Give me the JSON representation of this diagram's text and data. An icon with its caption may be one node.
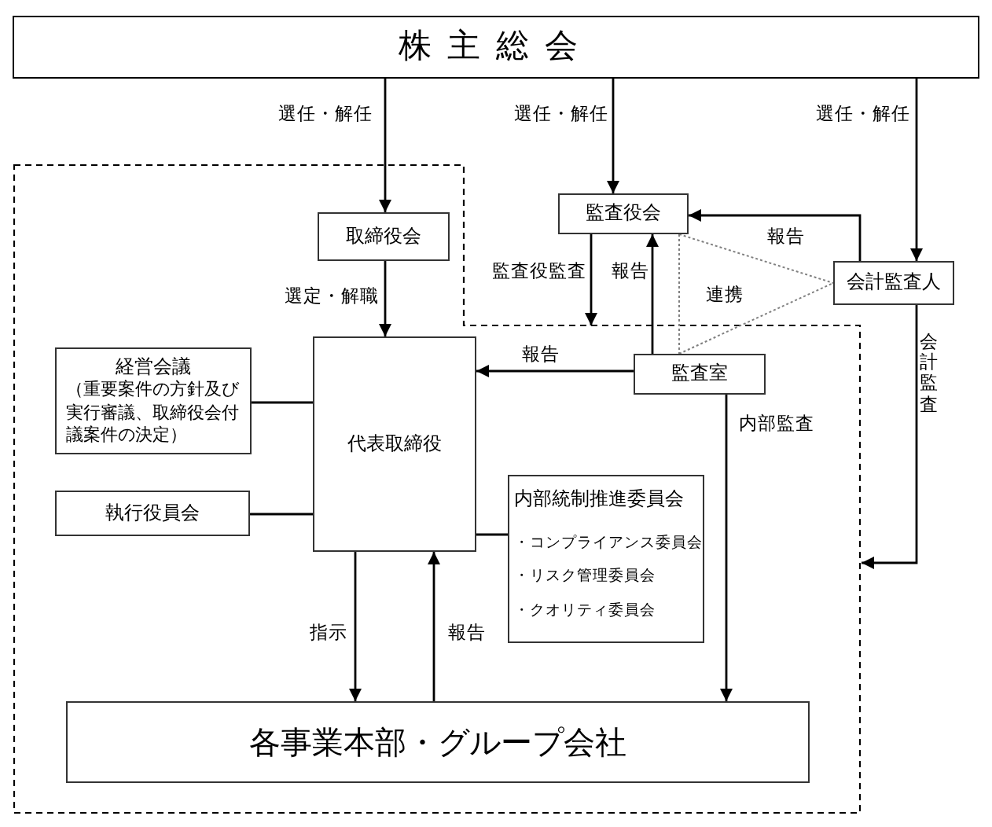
{
  "diagram": {
    "nodes": [
      {
        "text": [
          "株主総会"
        ]
      },
      {
        "text": [],
        "shape": "polygon"
      },
      {
        "text": [
          "取締役会"
        ],
        "in": 1
      },
      {
        "text": [
          "監査役会"
        ]
      },
      {
        "text": [
          "会計監査人"
        ]
      },
      {
        "text": [
          "経営会議",
          "（重要案件の方針及び実行審議、取締役会付議案件の決定）"
        ],
        "in": 1
      },
      {
        "text": [
          "代表取締役"
        ],
        "in": 1
      },
      {
        "text": [
          "監査室"
        ],
        "in": 1
      },
      {
        "text": [
          "執行役員会"
        ],
        "in": 1
      },
      {
        "text": [
          "内部統制推進委員会",
          "・コンプライアンス委員会",
          "・リスク管理委員会",
          "・クオリティ委員会"
        ],
        "in": 1
      },
      {
        "text": [
          "各事業本部・グループ会社"
        ],
        "in": 1
      }
    ],
    "edges": [
      {
        "from": 0,
        "to": 2,
        "arrow": "to",
        "label": "選任・解任"
      },
      {
        "from": 0,
        "to": 3,
        "arrow": "to",
        "label": "選任・解任"
      },
      {
        "from": 0,
        "to": 4,
        "arrow": "to",
        "label": "選任・解任"
      },
      {
        "from": 2,
        "to": 6,
        "arrow": "to",
        "label": "選定・解職"
      },
      {
        "from": 3,
        "to": 1,
        "arrow": "to",
        "label": "監査役監査"
      },
      {
        "from": 7,
        "to": 3,
        "arrow": "to",
        "label": "報告"
      },
      {
        "from": 4,
        "to": 3,
        "arrow": "to",
        "label": "報告"
      },
      {
        "from": 3,
        "to": 4,
        "arrow": "none",
        "style": "dashed",
        "color": "#808080"
      },
      {
        "from": 3,
        "to": 7,
        "arrow": "none",
        "style": "dashed",
        "color": "#808080"
      },
      {
        "from": 7,
        "to": 4,
        "arrow": "none",
        "style": "dashed",
        "color": "#808080"
      },
      {
        "from": 7,
        "to": 6,
        "arrow": "to",
        "label": "報告"
      },
      {
        "from": 4,
        "to": 1,
        "arrow": "to",
        "label": "会計監査"
      },
      {
        "from": 5,
        "to": 6,
        "arrow": "none"
      },
      {
        "from": 8,
        "to": 6,
        "arrow": "none"
      },
      {
        "from": 9,
        "to": 6,
        "arrow": "none"
      },
      {
        "from": 6,
        "to": 10,
        "arrow": "to",
        "label": "指示"
      },
      {
        "from": 10,
        "to": 6,
        "arrow": "to",
        "label": "報告"
      },
      {
        "from": 7,
        "to": 10,
        "arrow": "to",
        "label": "内部監査"
      }
    ],
    "labels": [
      "連携"
    ]
  }
}
